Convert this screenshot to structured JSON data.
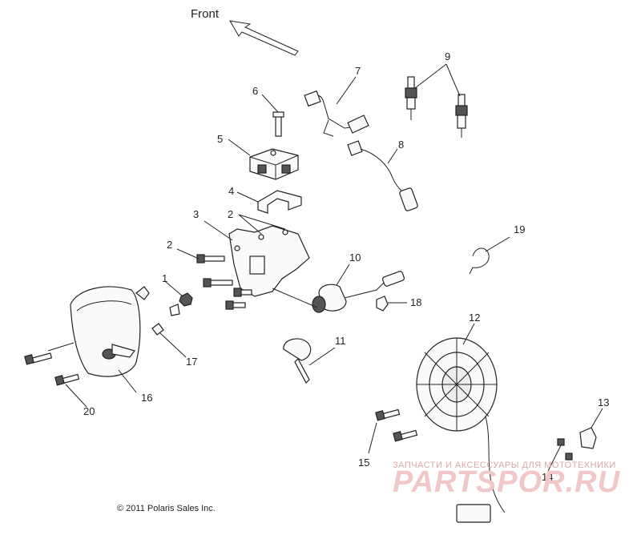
{
  "front_label": "Front",
  "copyright": "© 2011 Polaris Sales Inc.",
  "watermark": {
    "tagline": "ЗАПЧАСТИ И АКСЕССУАРЫ ДЛЯ МОТОТЕХНИКИ",
    "brand": "PARTSPOR.RU"
  },
  "callouts": {
    "c1": "1",
    "c2a": "2",
    "c2b": "2",
    "c3": "3",
    "c4": "4",
    "c5": "5",
    "c6": "6",
    "c7": "7",
    "c8": "8",
    "c9": "9",
    "c10": "10",
    "c11": "11",
    "c12": "12",
    "c13": "13",
    "c14": "14",
    "c15": "15",
    "c16": "16",
    "c17": "17",
    "c18": "18",
    "c19": "19",
    "c20": "20"
  }
}
